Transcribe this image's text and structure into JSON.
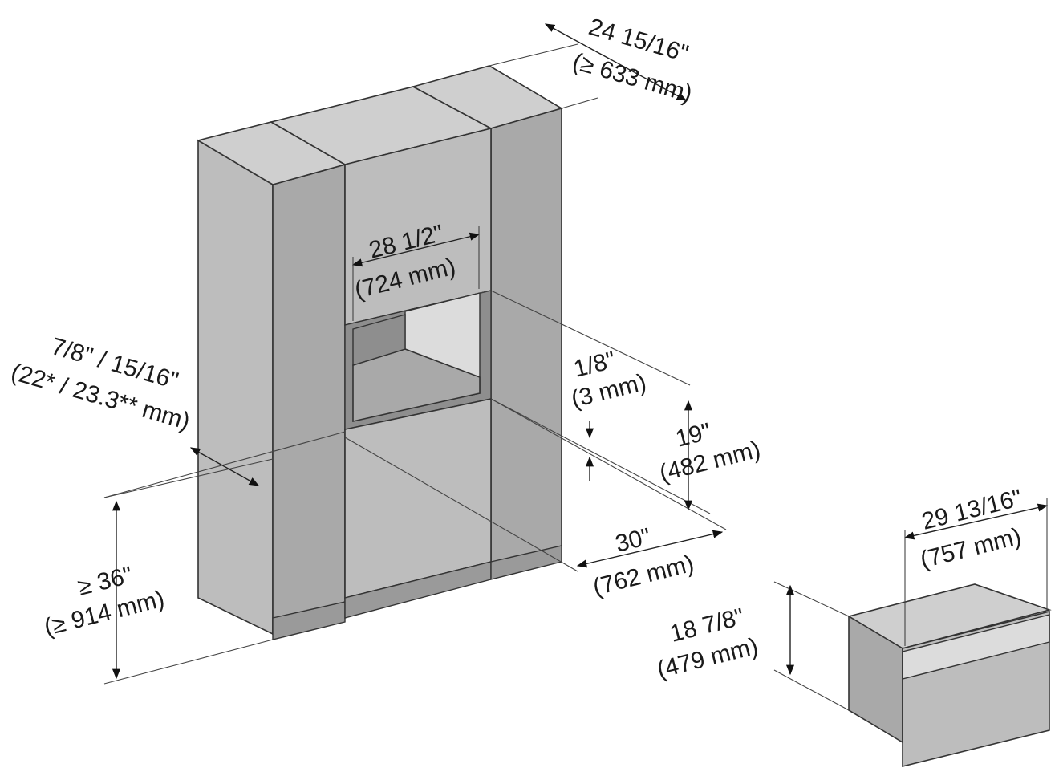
{
  "dimensions": {
    "depth": {
      "imperial": "24 15/16\"",
      "metric": "(≥ 633 mm)"
    },
    "niche_width": {
      "imperial": "28 1/2\"",
      "metric": "(724 mm)"
    },
    "panel_thick": {
      "imperial": "7/8\" / 15/16\"",
      "metric": "(22* / 23.3** mm)"
    },
    "gap": {
      "imperial": "1/8\"",
      "metric": "(3 mm)"
    },
    "niche_height": {
      "imperial": "19\"",
      "metric": "(482 mm)"
    },
    "cabinet_width": {
      "imperial": "30\"",
      "metric": "(762 mm)"
    },
    "floor_height": {
      "imperial": "≥ 36\"",
      "metric": "(≥ 914 mm)"
    },
    "drawer_width": {
      "imperial": "29 13/16\"",
      "metric": "(757 mm)"
    },
    "drawer_height": {
      "imperial": "18 7/8\"",
      "metric": "(479 mm)"
    }
  }
}
